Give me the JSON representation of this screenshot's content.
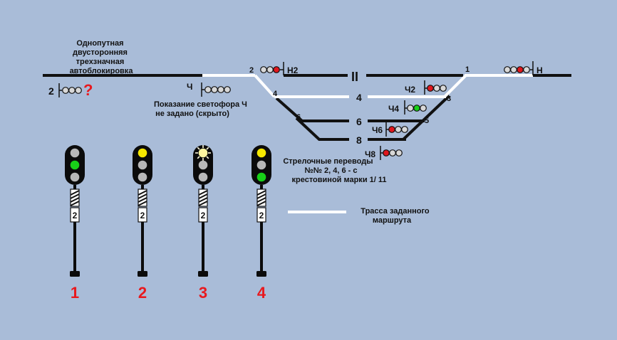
{
  "texts": {
    "autoblock": [
      "Однопутная",
      "двусторонняя",
      "трехзначная",
      "автоблокировка"
    ],
    "hidden_note": [
      "Показание светофора Ч",
      "не задано (скрыто)"
    ],
    "switch_note": [
      "Стрелочные переводы",
      "№№ 2, 4, 6 - с",
      "крестовиной марки 1/ 11"
    ],
    "route_legend": [
      "Трасса заданного",
      "маршрута"
    ],
    "question_mark": "?"
  },
  "tracks": {
    "main_roman": "II",
    "t4": "4",
    "t6": "6",
    "t8": "8"
  },
  "switches": {
    "sw1": "1",
    "sw2": "2",
    "sw3": "3",
    "sw4": "4",
    "sw5": "5",
    "sw6": "6"
  },
  "signals": {
    "left_block": {
      "label": "2",
      "lamps": [
        "#d8d8d8",
        "#d8d8d8",
        "#d8d8d8"
      ]
    },
    "ch": {
      "label": "Ч",
      "lamps": [
        "#d8d8d8",
        "#d8d8d8",
        "#d8d8d8",
        "#d8d8d8"
      ]
    },
    "n2": {
      "label": "Н2",
      "lamps": [
        "#d8d8d8",
        "#d8d8d8",
        "#e0171d"
      ]
    },
    "n": {
      "label": "Н",
      "lamps": [
        "#d8d8d8",
        "#d8d8d8",
        "#e0171d",
        "#d8d8d8"
      ]
    },
    "ch2": {
      "label": "Ч2",
      "lamps": [
        "#e0171d",
        "#d8d8d8",
        "#d8d8d8"
      ]
    },
    "ch4": {
      "label": "Ч4",
      "lamps": [
        "#d8d8d8",
        "#18d018",
        "#d8d8d8"
      ]
    },
    "ch6": {
      "label": "Ч6",
      "lamps": [
        "#e0171d",
        "#d8d8d8",
        "#d8d8d8"
      ]
    },
    "ch8": {
      "label": "Ч8",
      "lamps": [
        "#e0171d",
        "#d8d8d8",
        "#d8d8d8"
      ]
    }
  },
  "masts": [
    {
      "number": "1",
      "plate": "2",
      "lamps": [
        "#b8b8b8",
        "#18d018",
        "#b8b8b8"
      ],
      "flash": false
    },
    {
      "number": "2",
      "plate": "2",
      "lamps": [
        "#f6e800",
        "#b8b8b8",
        "#b8b8b8"
      ],
      "flash": false
    },
    {
      "number": "3",
      "plate": "2",
      "lamps": [
        "#fff6a0",
        "#b8b8b8",
        "#b8b8b8"
      ],
      "flash": true
    },
    {
      "number": "4",
      "plate": "2",
      "lamps": [
        "#f6e800",
        "#b8b8b8",
        "#18d018"
      ],
      "flash": false
    }
  ],
  "colors": {
    "background": "#a9bcd8",
    "track_dark": "#111111",
    "route_white": "#ffffff",
    "number_red": "#e8191e"
  }
}
